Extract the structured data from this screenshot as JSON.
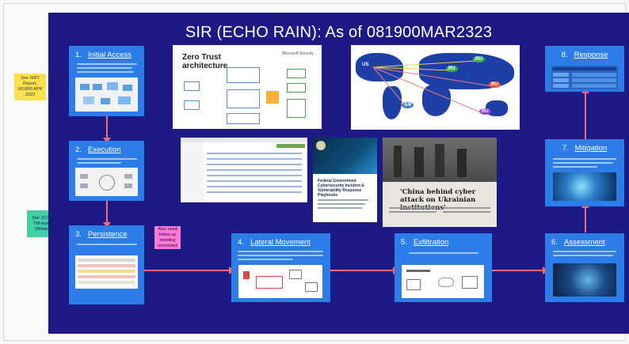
{
  "board": {
    "title": "SIR (ECHO RAIN): As of 081900MAR2323",
    "background": "#1d1a86"
  },
  "sticky_notes": [
    {
      "text": "See SIRT Report, 061800 APR 2023",
      "color": "#ffe14d"
    },
    {
      "text": "See JCCA-TM report (Winter)",
      "color": "#3fd0a8"
    },
    {
      "text": "Also need follow up meeting scheduled",
      "color": "#ff7ad9"
    }
  ],
  "cards": {
    "initial_access": {
      "number": "1.",
      "label": "Initial Access"
    },
    "execution": {
      "number": "2.",
      "label": "Execution"
    },
    "persistence": {
      "number": "3.",
      "label": "Persistence"
    },
    "lateral_movement": {
      "number": "4.",
      "label": "Lateral Movement"
    },
    "exfiltration": {
      "number": "5.",
      "label": "Exfiltration"
    },
    "assessment": {
      "number": "6.",
      "label": "Assessment"
    },
    "mitigation": {
      "number": "7.",
      "label": "Mitigation"
    },
    "response": {
      "number": "8.",
      "label": "Response"
    }
  },
  "images": {
    "zero_trust": {
      "title_line1": "Zero Trust",
      "title_line2": "architecture",
      "brand": "Microsoft Security"
    },
    "world_map": {
      "labels": [
        "US",
        "RU",
        "RU",
        "RU",
        "AM",
        "RU"
      ]
    },
    "document": {
      "title": "Federal Government Cybersecurity Incident & Vulnerability Response Playbooks"
    },
    "news": {
      "headline": "'China behind cyber attack on Ukrainian institutions'"
    }
  },
  "colors": {
    "card": "#2d7de8",
    "arrow": "#f36a78",
    "title": "#ffffff"
  }
}
